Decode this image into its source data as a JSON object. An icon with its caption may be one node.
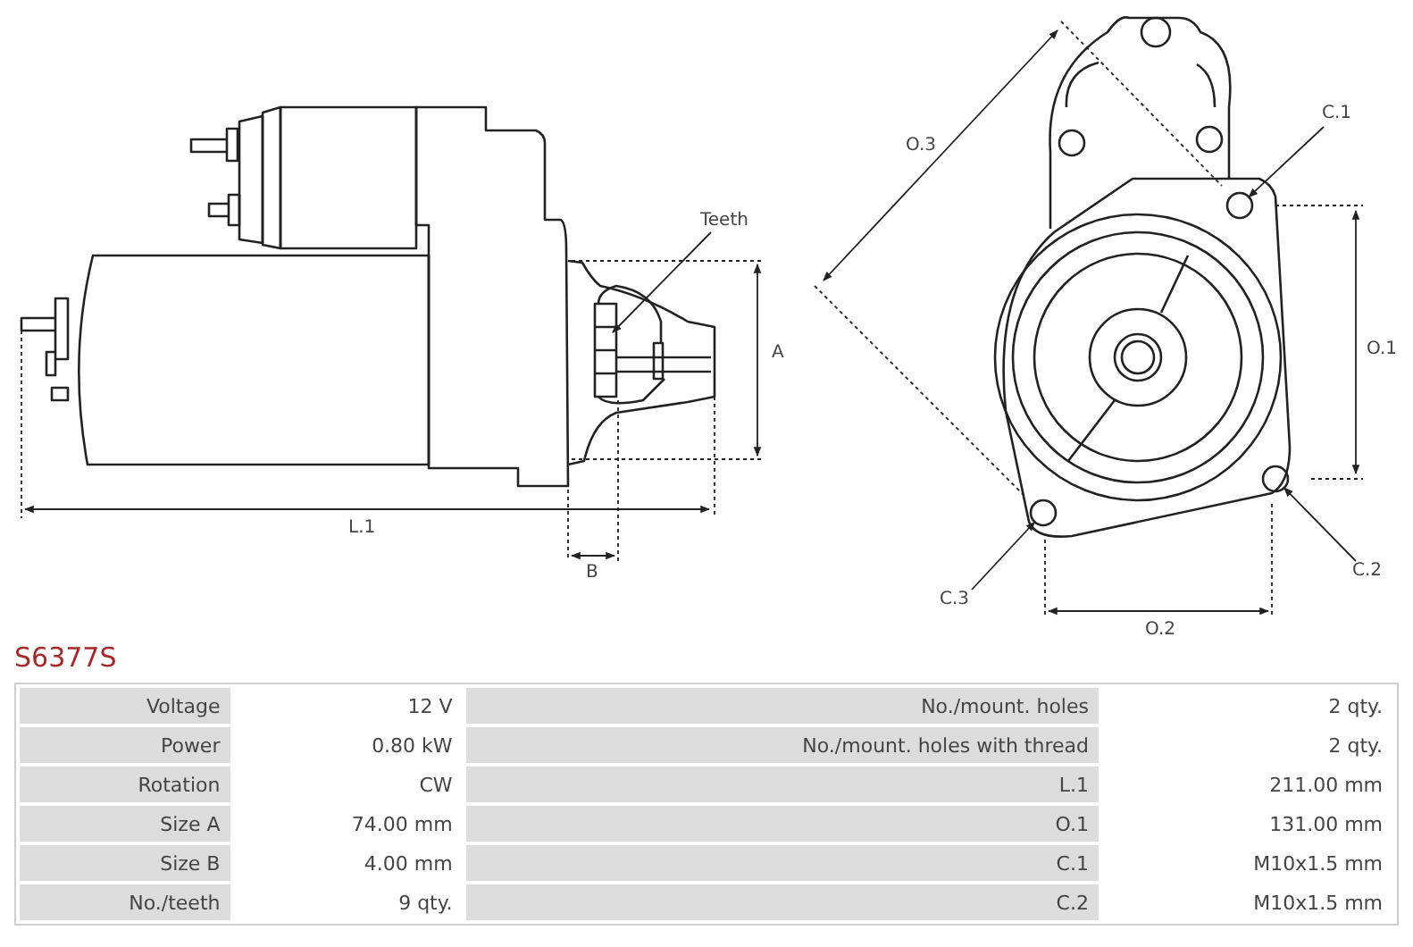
{
  "diagram": {
    "title": "S6377S",
    "nodes": [
      {
        "text": [
          "Teeth"
        ]
      },
      {
        "text": [
          "C.1"
        ]
      },
      {
        "text": [],
        "shape": "circle"
      },
      {
        "text": [
          "C.2"
        ]
      },
      {
        "text": [],
        "shape": "circle"
      },
      {
        "text": [
          "C.3"
        ]
      },
      {
        "text": [],
        "shape": "circle"
      }
    ],
    "edges": [
      {
        "from": 0,
        "to": null,
        "arrow": "to"
      },
      {
        "from": 1,
        "to": 2,
        "arrow": "to"
      },
      {
        "from": 3,
        "to": 4,
        "arrow": "to"
      },
      {
        "from": 5,
        "to": 6,
        "arrow": "to"
      }
    ],
    "labels": [
      "O.3",
      "A",
      "O.1",
      "L.1",
      "B",
      "O.2",
      "Voltage",
      "12 V",
      "No./mount. holes",
      "2 qty.",
      "Power",
      "0.80 kW",
      "No./mount. holes with thread",
      "2 qty.",
      "Rotation",
      "CW",
      "L.1",
      "211.00 mm",
      "Size A",
      "74.00 mm",
      "O.1",
      "131.00 mm",
      "Size B",
      "4.00 mm",
      "C.1",
      "M10x1.5 mm",
      "No./teeth",
      "9 qty.",
      "C.2",
      "M10x1.5 mm"
    ]
  }
}
